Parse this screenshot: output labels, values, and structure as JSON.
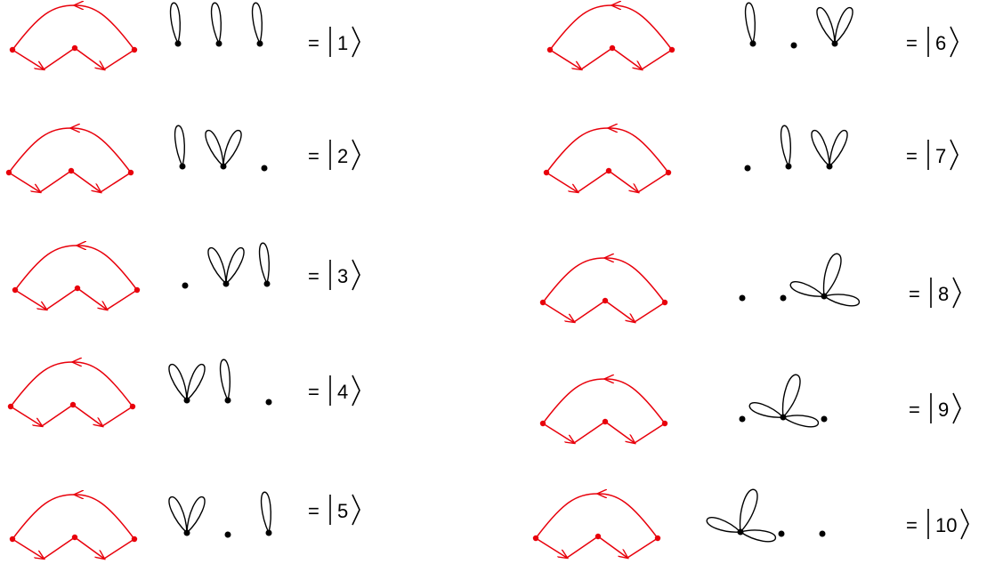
{
  "colors": {
    "graph": "#e8000b",
    "loops": "#000000",
    "text": "#000000"
  },
  "states": [
    {
      "label": "1",
      "loops": [
        1,
        1,
        1
      ]
    },
    {
      "label": "2",
      "loops": [
        1,
        2,
        0
      ]
    },
    {
      "label": "3",
      "loops": [
        0,
        2,
        1
      ]
    },
    {
      "label": "4",
      "loops": [
        2,
        1,
        0
      ]
    },
    {
      "label": "5",
      "loops": [
        2,
        0,
        1
      ]
    },
    {
      "label": "6",
      "loops": [
        1,
        0,
        2
      ]
    },
    {
      "label": "7",
      "loops": [
        0,
        1,
        2
      ]
    },
    {
      "label": "8",
      "loops": [
        0,
        0,
        3
      ]
    },
    {
      "label": "9",
      "loops": [
        0,
        3,
        0
      ]
    },
    {
      "label": "10",
      "loops": [
        3,
        0,
        0
      ]
    }
  ],
  "equals_sign": "="
}
